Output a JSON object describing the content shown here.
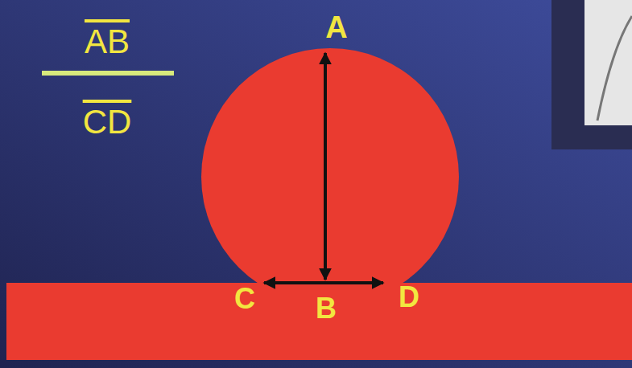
{
  "diagram": {
    "labels": [
      "AB",
      "CD",
      "A",
      "C",
      "B",
      "D"
    ]
  }
}
